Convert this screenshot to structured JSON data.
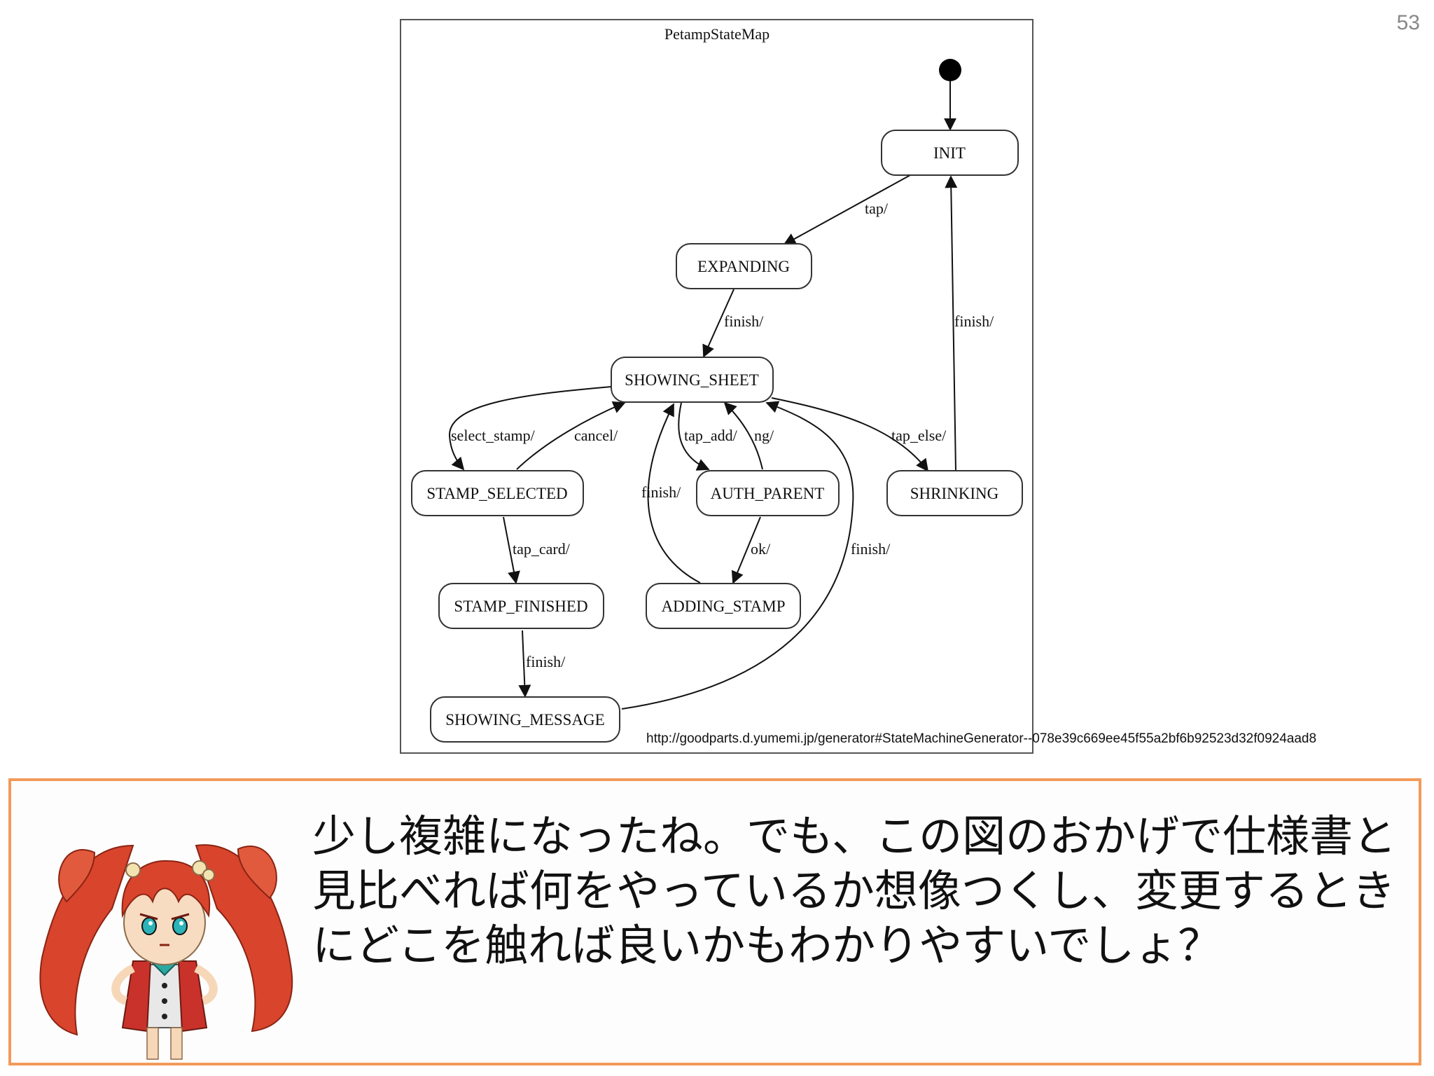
{
  "slide": {
    "page_number": "53"
  },
  "diagram": {
    "title": "PetampStateMap",
    "states": [
      {
        "id": "init",
        "label": "INIT"
      },
      {
        "id": "expanding",
        "label": "EXPANDING"
      },
      {
        "id": "showing_sheet",
        "label": "SHOWING_SHEET"
      },
      {
        "id": "stamp_selected",
        "label": "STAMP_SELECTED"
      },
      {
        "id": "auth_parent",
        "label": "AUTH_PARENT"
      },
      {
        "id": "shrinking",
        "label": "SHRINKING"
      },
      {
        "id": "stamp_finished",
        "label": "STAMP_FINISHED"
      },
      {
        "id": "adding_stamp",
        "label": "ADDING_STAMP"
      },
      {
        "id": "showing_message",
        "label": "SHOWING_MESSAGE"
      }
    ],
    "transitions": [
      {
        "id": "t-tap",
        "label": "tap/"
      },
      {
        "id": "t-finish-expanding",
        "label": "finish/"
      },
      {
        "id": "t-finish-shrinking",
        "label": "finish/"
      },
      {
        "id": "t-select-stamp",
        "label": "select_stamp/"
      },
      {
        "id": "t-cancel",
        "label": "cancel/"
      },
      {
        "id": "t-tap-add",
        "label": "tap_add/"
      },
      {
        "id": "t-ng",
        "label": "ng/"
      },
      {
        "id": "t-tap-else",
        "label": "tap_else/"
      },
      {
        "id": "t-finish-adding",
        "label": "finish/"
      },
      {
        "id": "t-tap-card",
        "label": "tap_card/"
      },
      {
        "id": "t-ok",
        "label": "ok/"
      },
      {
        "id": "t-finish-message",
        "label": "finish/"
      },
      {
        "id": "t-finish-stamp",
        "label": "finish/"
      }
    ],
    "source_url": "http://goodparts.d.yumemi.jp/generator#StateMachineGenerator--078e39c669ee45f55a2bf6b92523d32f0924aad8"
  },
  "caption": {
    "text": "少し複雑になったね。でも、この図のおかげで仕様書と見比べれば何をやっているか想像つくし、変更するときにどこを触れば良いかもわかりやすいでしょ？"
  },
  "colors": {
    "accent_border": "#f29a5a",
    "character_hair": "#d9442c"
  }
}
